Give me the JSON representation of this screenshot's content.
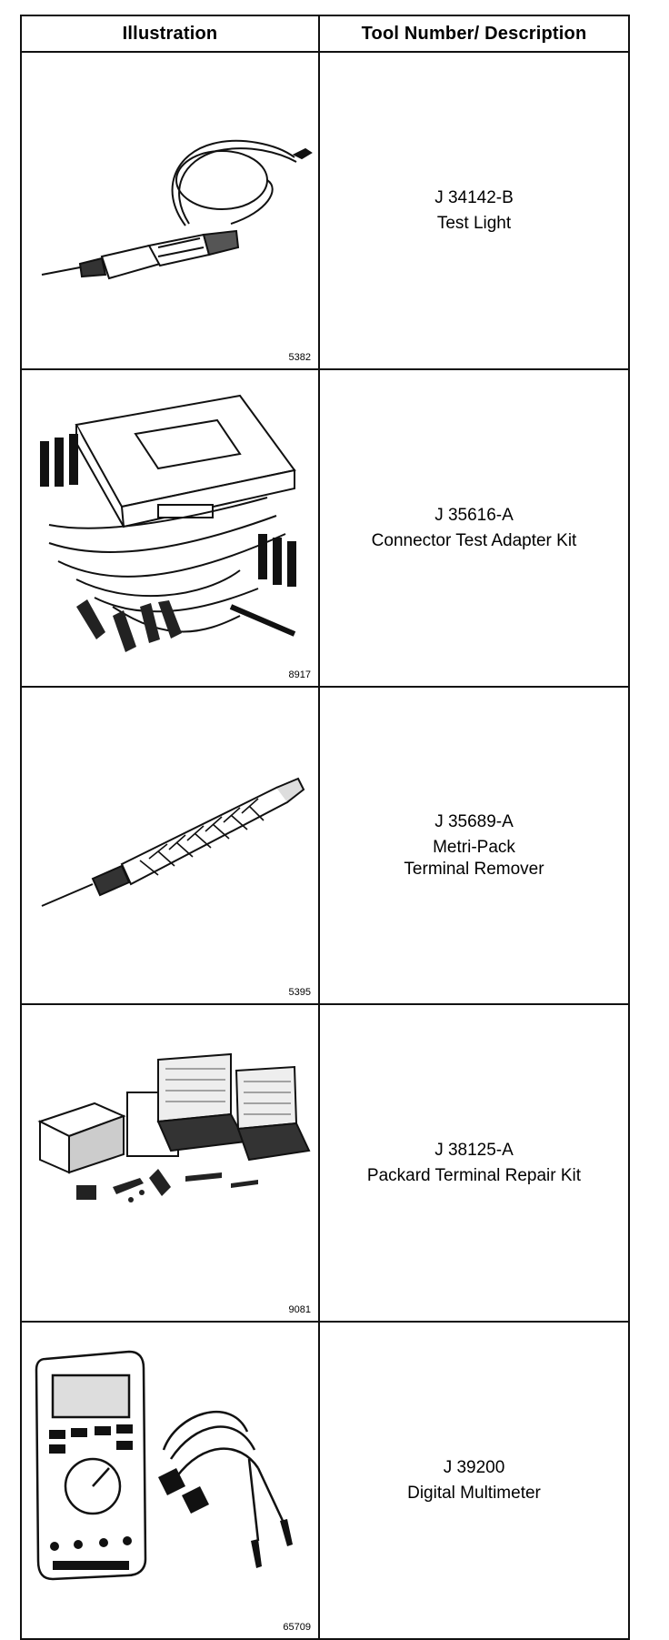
{
  "header": {
    "illustration": "Illustration",
    "description": "Tool Number/ Description"
  },
  "tools": [
    {
      "number": "J 34142-B",
      "lines": [
        "Test Light"
      ],
      "figure": "5382",
      "icon": "test-light-icon"
    },
    {
      "number": "J 35616-A",
      "lines": [
        "Connector Test Adapter Kit"
      ],
      "figure": "8917",
      "icon": "connector-test-adapter-kit-icon"
    },
    {
      "number": "J 35689-A",
      "lines": [
        "Metri-Pack",
        "Terminal Remover"
      ],
      "figure": "5395",
      "icon": "terminal-remover-icon"
    },
    {
      "number": "J 38125-A",
      "lines": [
        "Packard Terminal Repair Kit"
      ],
      "figure": "9081",
      "icon": "terminal-repair-kit-icon"
    },
    {
      "number": "J 39200",
      "lines": [
        "Digital Multimeter"
      ],
      "figure": "65709",
      "icon": "digital-multimeter-icon"
    }
  ]
}
